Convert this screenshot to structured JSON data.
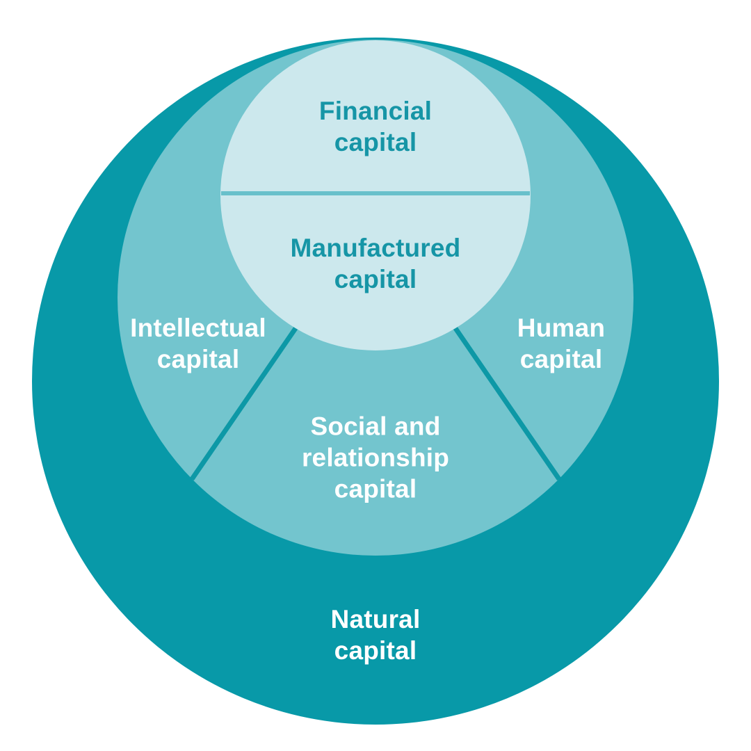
{
  "diagram": {
    "name": "six-capitals-nested-circles",
    "colors": {
      "background": "#ffffff",
      "natural_circle": "#0899a8",
      "middle_ring": "#73c5ce",
      "inner_circle": "#cce8ed",
      "horizontal_divider": "#68c0cb",
      "radial_divider": "#0d98a6",
      "teal_text": "#1695a6",
      "white_text": "#ffffff"
    },
    "labels": {
      "financial": "Financial\ncapital",
      "manufactured": "Manufactured\ncapital",
      "intellectual": "Intellectual\ncapital",
      "human": "Human\ncapital",
      "social": "Social and\nrelationship\ncapital",
      "natural": "Natural\ncapital"
    }
  }
}
